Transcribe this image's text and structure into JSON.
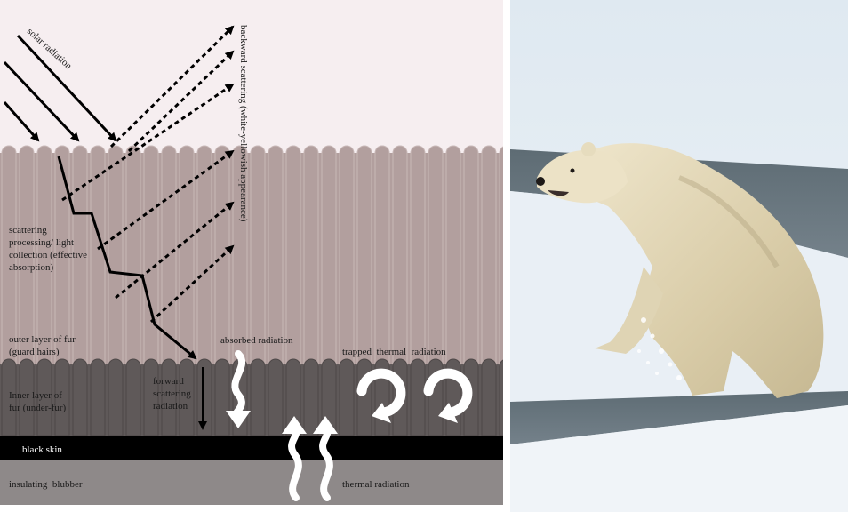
{
  "diagram": {
    "solar_label": "solar radiation",
    "backward_label": "backward scattering (white-yellowish appearance)",
    "scattering_label": [
      "scattering",
      "processing/ light",
      "collection (effective",
      "absorption)"
    ],
    "outer_label": [
      "outer layer of fur",
      "(guard hairs)"
    ],
    "inner_label": [
      "Inner layer of",
      "fur (under-fur)"
    ],
    "forward_label": [
      "forward",
      "scattering",
      "radiation"
    ],
    "absorbed_label": "absorbed radiation",
    "trapped_label": "trapped  thermal  radiation",
    "skin_label": "black skin",
    "blubber_label": "insulating  blubber",
    "thermal_label": "thermal radiation",
    "colors": {
      "outer_fur": "#b29f9e",
      "inner_fur": "#5f5959",
      "skin": "#000000",
      "blubber": "#8e8989",
      "sky": "#f6eef0"
    }
  },
  "photo": {
    "subject": "polar bear emerging from icy water",
    "colors": {
      "snow": "#e6eef4",
      "water": "#68767e",
      "fur": "#e6dcc0"
    }
  }
}
